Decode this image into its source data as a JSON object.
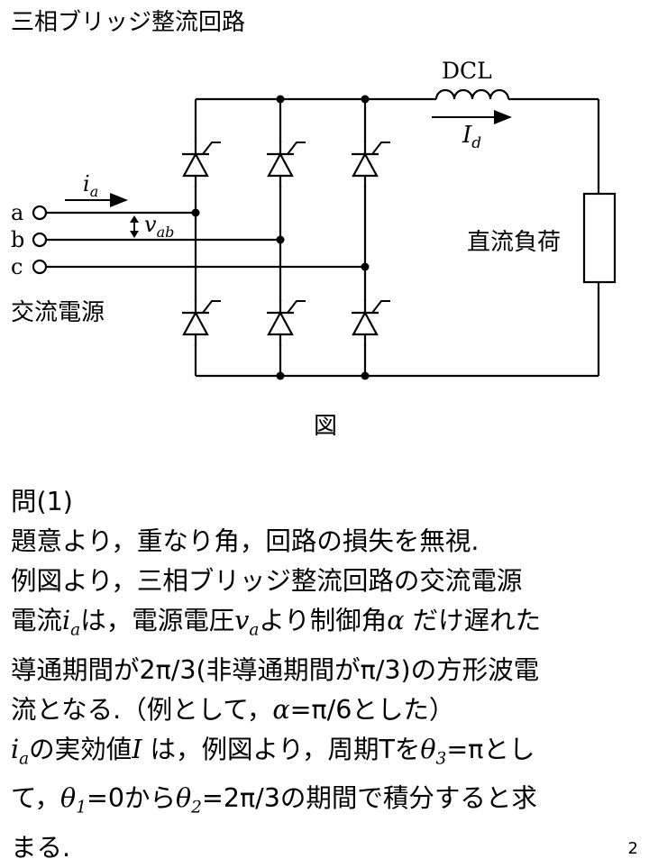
{
  "title": "三相ブリッジ整流回路",
  "figure": {
    "caption": "図",
    "labels": {
      "dcl": "DCL",
      "id_main": "I",
      "id_sub": "d",
      "ia_main": "i",
      "ia_sub": "a",
      "vab_main": "v",
      "vab_sub": "ab",
      "terminal_a": "a",
      "terminal_b": "b",
      "terminal_c": "c",
      "source": "交流電源",
      "load": "直流負荷"
    }
  },
  "body": {
    "heading": "問(1)",
    "line1": "題意より，重なり角，回路の損失を無視.",
    "line2": "例図より，三相ブリッジ整流回路の交流電源",
    "line3_a": "電流",
    "line3_ia": "i",
    "line3_ia_sub": "a",
    "line3_b": "は，電源電圧",
    "line3_va": "v",
    "line3_va_sub": "a",
    "line3_c": "より制御角",
    "line3_alpha": "α",
    "line3_d": " だけ遅れた",
    "line4": "導通期間が2π/3(非導通期間がπ/3)の方形波電",
    "line5_a": "流となる.（例として，",
    "line5_alpha": "α",
    "line5_b": "=π/6とした）",
    "line6_ia": "i",
    "line6_ia_sub": "a",
    "line6_a": "の実効値",
    "line6_I": "I",
    "line6_b": " は，例図より，周期Tを",
    "line6_theta": "θ",
    "line6_theta_sub": "3",
    "line6_c": "=πとし",
    "line7_a": "て，",
    "line7_theta1": "θ",
    "line7_theta1_sub": "1",
    "line7_b": "=0から",
    "line7_theta2": "θ",
    "line7_theta2_sub": "2",
    "line7_c": "=2π/3の期間で積分すると求",
    "line8": "まる."
  },
  "page_number": "2"
}
